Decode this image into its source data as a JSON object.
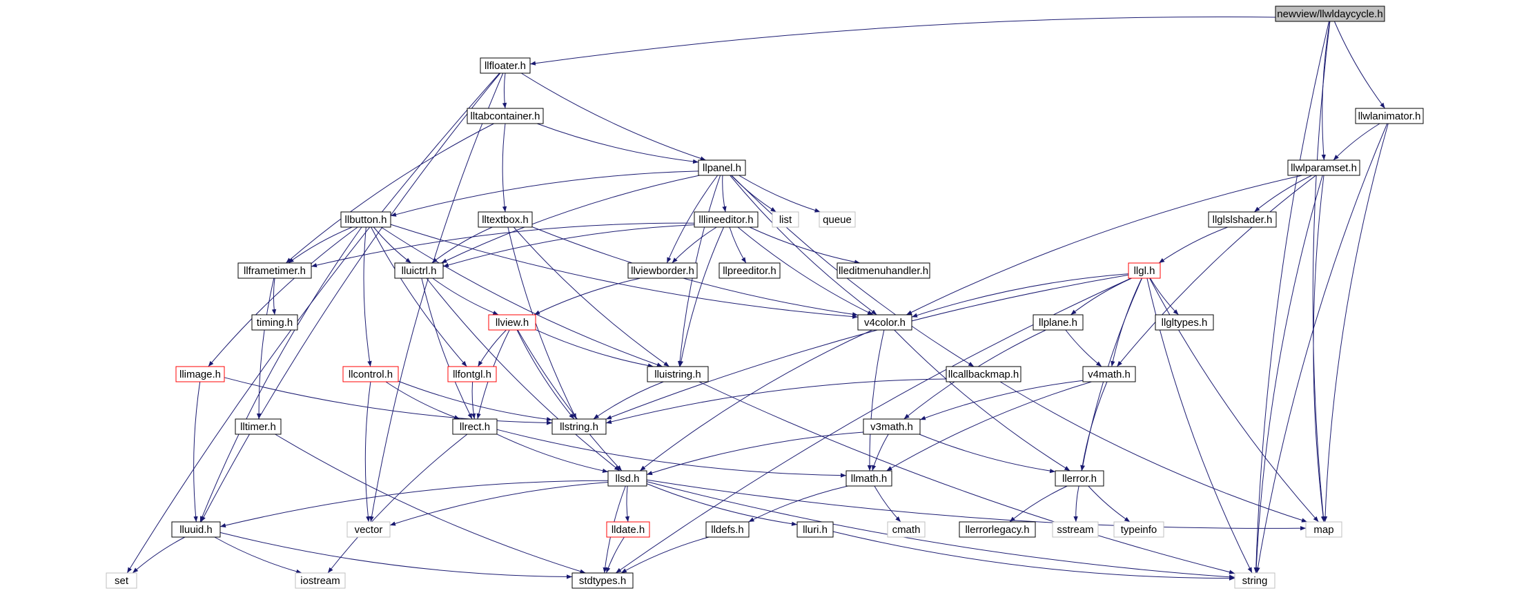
{
  "colors": {
    "edge": "#191970",
    "node_border": "#000000",
    "root_fill": "#bfbfbf",
    "red_border": "#ff0000",
    "gray_border": "#bfbfbf",
    "node_fill": "#ffffff",
    "text": "#000000"
  },
  "nodes": {
    "root": {
      "label": "newview/llwldaycycle.h",
      "style": "root"
    },
    "llfloater": {
      "label": "llfloater.h",
      "style": "normal"
    },
    "lltabcontainer": {
      "label": "lltabcontainer.h",
      "style": "normal"
    },
    "llpanel": {
      "label": "llpanel.h",
      "style": "normal"
    },
    "llbutton": {
      "label": "llbutton.h",
      "style": "normal"
    },
    "lltextbox": {
      "label": "lltextbox.h",
      "style": "normal"
    },
    "lllineeditor": {
      "label": "lllineeditor.h",
      "style": "normal"
    },
    "list": {
      "label": "list",
      "style": "gray"
    },
    "queue": {
      "label": "queue",
      "style": "gray"
    },
    "llwlanimator": {
      "label": "llwlanimator.h",
      "style": "normal"
    },
    "llwlparamset": {
      "label": "llwlparamset.h",
      "style": "normal"
    },
    "llglslshader": {
      "label": "llglslshader.h",
      "style": "normal"
    },
    "llframetimer": {
      "label": "llframetimer.h",
      "style": "normal"
    },
    "lluictrl": {
      "label": "lluictrl.h",
      "style": "normal"
    },
    "llviewborder": {
      "label": "llviewborder.h",
      "style": "normal"
    },
    "llpreeditor": {
      "label": "llpreeditor.h",
      "style": "normal"
    },
    "lleditmenuhandler": {
      "label": "lleditmenuhandler.h",
      "style": "normal"
    },
    "llgl": {
      "label": "llgl.h",
      "style": "red"
    },
    "timing": {
      "label": "timing.h",
      "style": "normal"
    },
    "llview": {
      "label": "llview.h",
      "style": "red"
    },
    "v4color": {
      "label": "v4color.h",
      "style": "normal"
    },
    "llplane": {
      "label": "llplane.h",
      "style": "normal"
    },
    "llgltypes": {
      "label": "llgltypes.h",
      "style": "normal"
    },
    "llimage": {
      "label": "llimage.h",
      "style": "red"
    },
    "llcontrol": {
      "label": "llcontrol.h",
      "style": "red"
    },
    "llfontgl": {
      "label": "llfontgl.h",
      "style": "red"
    },
    "lluistring": {
      "label": "lluistring.h",
      "style": "normal"
    },
    "llcallbackmap": {
      "label": "llcallbackmap.h",
      "style": "normal"
    },
    "v4math": {
      "label": "v4math.h",
      "style": "normal"
    },
    "lltimer": {
      "label": "lltimer.h",
      "style": "normal"
    },
    "llrect": {
      "label": "llrect.h",
      "style": "normal"
    },
    "llstring": {
      "label": "llstring.h",
      "style": "normal"
    },
    "v3math": {
      "label": "v3math.h",
      "style": "normal"
    },
    "llsd": {
      "label": "llsd.h",
      "style": "normal"
    },
    "llmath": {
      "label": "llmath.h",
      "style": "normal"
    },
    "llerror": {
      "label": "llerror.h",
      "style": "normal"
    },
    "lluuid": {
      "label": "lluuid.h",
      "style": "normal"
    },
    "vector": {
      "label": "vector",
      "style": "gray"
    },
    "lldate": {
      "label": "lldate.h",
      "style": "red"
    },
    "lldefs": {
      "label": "lldefs.h",
      "style": "normal"
    },
    "lluri": {
      "label": "lluri.h",
      "style": "normal"
    },
    "cmath": {
      "label": "cmath",
      "style": "gray"
    },
    "llerrorlegacy": {
      "label": "llerrorlegacy.h",
      "style": "normal"
    },
    "sstream": {
      "label": "sstream",
      "style": "gray"
    },
    "typeinfo": {
      "label": "typeinfo",
      "style": "gray"
    },
    "map": {
      "label": "map",
      "style": "gray"
    },
    "set": {
      "label": "set",
      "style": "gray"
    },
    "iostream": {
      "label": "iostream",
      "style": "gray"
    },
    "stdtypes": {
      "label": "stdtypes.h",
      "style": "normal"
    },
    "string": {
      "label": "string",
      "style": "gray"
    }
  },
  "edges": [
    [
      "root",
      "llfloater"
    ],
    [
      "root",
      "llwlanimator"
    ],
    [
      "root",
      "llwlparamset"
    ],
    [
      "root",
      "map"
    ],
    [
      "root",
      "string"
    ],
    [
      "llfloater",
      "lltabcontainer"
    ],
    [
      "llfloater",
      "llpanel"
    ],
    [
      "llfloater",
      "lluuid"
    ],
    [
      "llfloater",
      "set"
    ],
    [
      "llfloater",
      "vector"
    ],
    [
      "lltabcontainer",
      "llpanel"
    ],
    [
      "lltabcontainer",
      "lltextbox"
    ],
    [
      "lltabcontainer",
      "llframetimer"
    ],
    [
      "llpanel",
      "llbutton"
    ],
    [
      "llpanel",
      "lllineeditor"
    ],
    [
      "llpanel",
      "list"
    ],
    [
      "llpanel",
      "queue"
    ],
    [
      "llpanel",
      "lluictrl"
    ],
    [
      "llpanel",
      "llviewborder"
    ],
    [
      "llpanel",
      "v4color"
    ],
    [
      "llpanel",
      "lluistring"
    ],
    [
      "llpanel",
      "llcallbackmap"
    ],
    [
      "llbutton",
      "llframetimer"
    ],
    [
      "llbutton",
      "lluictrl"
    ],
    [
      "llbutton",
      "v4color"
    ],
    [
      "llbutton",
      "llimage"
    ],
    [
      "llbutton",
      "llcontrol"
    ],
    [
      "llbutton",
      "llfontgl"
    ],
    [
      "llbutton",
      "lluistring"
    ],
    [
      "llbutton",
      "lluuid"
    ],
    [
      "lltextbox",
      "lluictrl"
    ],
    [
      "lltextbox",
      "v4color"
    ],
    [
      "lltextbox",
      "lluistring"
    ],
    [
      "lltextbox",
      "llstring"
    ],
    [
      "lllineeditor",
      "llframetimer"
    ],
    [
      "lllineeditor",
      "lluictrl"
    ],
    [
      "lllineeditor",
      "llviewborder"
    ],
    [
      "lllineeditor",
      "llpreeditor"
    ],
    [
      "lllineeditor",
      "lleditmenuhandler"
    ],
    [
      "lllineeditor",
      "v4color"
    ],
    [
      "lllineeditor",
      "lluistring"
    ],
    [
      "llwlanimator",
      "llwlparamset"
    ],
    [
      "llwlanimator",
      "map"
    ],
    [
      "llwlanimator",
      "string"
    ],
    [
      "llwlparamset",
      "llglslshader"
    ],
    [
      "llwlparamset",
      "v4color"
    ],
    [
      "llwlparamset",
      "v4math"
    ],
    [
      "llwlparamset",
      "map"
    ],
    [
      "llwlparamset",
      "string"
    ],
    [
      "llglslshader",
      "llgl"
    ],
    [
      "llframetimer",
      "timing"
    ],
    [
      "llframetimer",
      "lltimer"
    ],
    [
      "lluictrl",
      "llview"
    ],
    [
      "lluictrl",
      "llrect"
    ],
    [
      "lluictrl",
      "llsd"
    ],
    [
      "llviewborder",
      "llview"
    ],
    [
      "llgl",
      "v4color"
    ],
    [
      "llgl",
      "llplane"
    ],
    [
      "llgl",
      "llgltypes"
    ],
    [
      "llgl",
      "v4math"
    ],
    [
      "llgl",
      "llstring"
    ],
    [
      "llgl",
      "llerror"
    ],
    [
      "llgl",
      "map"
    ],
    [
      "llgl",
      "string"
    ],
    [
      "llgl",
      "stdtypes"
    ],
    [
      "llview",
      "llfontgl"
    ],
    [
      "llview",
      "lluistring"
    ],
    [
      "llview",
      "llrect"
    ],
    [
      "llview",
      "llstring"
    ],
    [
      "llview",
      "llsd"
    ],
    [
      "v4color",
      "llmath"
    ],
    [
      "v4color",
      "llerror"
    ],
    [
      "v4color",
      "llsd"
    ],
    [
      "llplane",
      "v4math"
    ],
    [
      "llplane",
      "v3math"
    ],
    [
      "llimage",
      "lluuid"
    ],
    [
      "llimage",
      "llstring"
    ],
    [
      "llcontrol",
      "vector"
    ],
    [
      "llcontrol",
      "llrect"
    ],
    [
      "llcontrol",
      "llstring"
    ],
    [
      "llfontgl",
      "llrect"
    ],
    [
      "lluistring",
      "llstring"
    ],
    [
      "lluistring",
      "string"
    ],
    [
      "llcallbackmap",
      "llstring"
    ],
    [
      "llcallbackmap",
      "map"
    ],
    [
      "v4math",
      "v3math"
    ],
    [
      "v4math",
      "llmath"
    ],
    [
      "v4math",
      "llerror"
    ],
    [
      "lltimer",
      "stdtypes"
    ],
    [
      "llrect",
      "llsd"
    ],
    [
      "llrect",
      "llmath"
    ],
    [
      "llrect",
      "iostream"
    ],
    [
      "v3math",
      "llsd"
    ],
    [
      "v3math",
      "llmath"
    ],
    [
      "v3math",
      "llerror"
    ],
    [
      "llsd",
      "lluuid"
    ],
    [
      "llsd",
      "vector"
    ],
    [
      "llsd",
      "lldate"
    ],
    [
      "llsd",
      "lluri"
    ],
    [
      "llsd",
      "map"
    ],
    [
      "llsd",
      "string"
    ],
    [
      "llsd",
      "stdtypes"
    ],
    [
      "llmath",
      "lldefs"
    ],
    [
      "llmath",
      "cmath"
    ],
    [
      "llerror",
      "llerrorlegacy"
    ],
    [
      "llerror",
      "sstream"
    ],
    [
      "llerror",
      "typeinfo"
    ],
    [
      "lluuid",
      "set"
    ],
    [
      "lluuid",
      "iostream"
    ],
    [
      "lluuid",
      "stdtypes"
    ],
    [
      "lldate",
      "stdtypes"
    ],
    [
      "lldefs",
      "stdtypes"
    ],
    [
      "lluri",
      "string"
    ]
  ]
}
